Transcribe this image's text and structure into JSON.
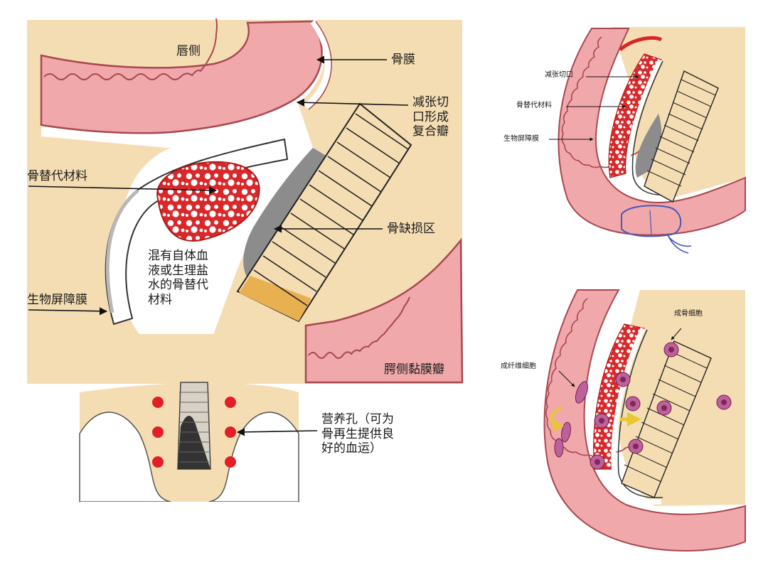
{
  "main_panel": {
    "label_lip_side": "唇侧",
    "label_periosteum": "骨膜",
    "label_relief_incision": "减张切\n口形成\n复合瓣",
    "label_bone_substitute": "骨替代材料",
    "label_defect_area": "骨缺损区",
    "label_mixed_material": "混有自体血\n液或生理盐\n水的骨替代\n材料",
    "label_membrane": "生物屏障膜",
    "label_palatal_flap": "腭侧黏膜瓣"
  },
  "bottom_panel": {
    "label_nutrient_foramina": "营养孔（可为\n骨再生提供良\n好的血运）"
  },
  "top_right_panel": {
    "label_relief_incision": "减张切口",
    "label_bone_substitute": "骨替代材料",
    "label_membrane": "生物屏障膜"
  },
  "bottom_right_panel": {
    "label_osteoblast": "成骨细胞",
    "label_fibroblast": "成纤维细胞"
  },
  "colors": {
    "beige": "#f5ddb3",
    "mucosa_pink": "#f0a8aa",
    "mucosa_line": "#a84850",
    "bone_red": "#d8282a",
    "gray_defect": "#8c8c8c",
    "cell_purple": "#c0609a",
    "arrow_yellow": "#ecd04a",
    "suture_blue": "#4a58b8"
  }
}
